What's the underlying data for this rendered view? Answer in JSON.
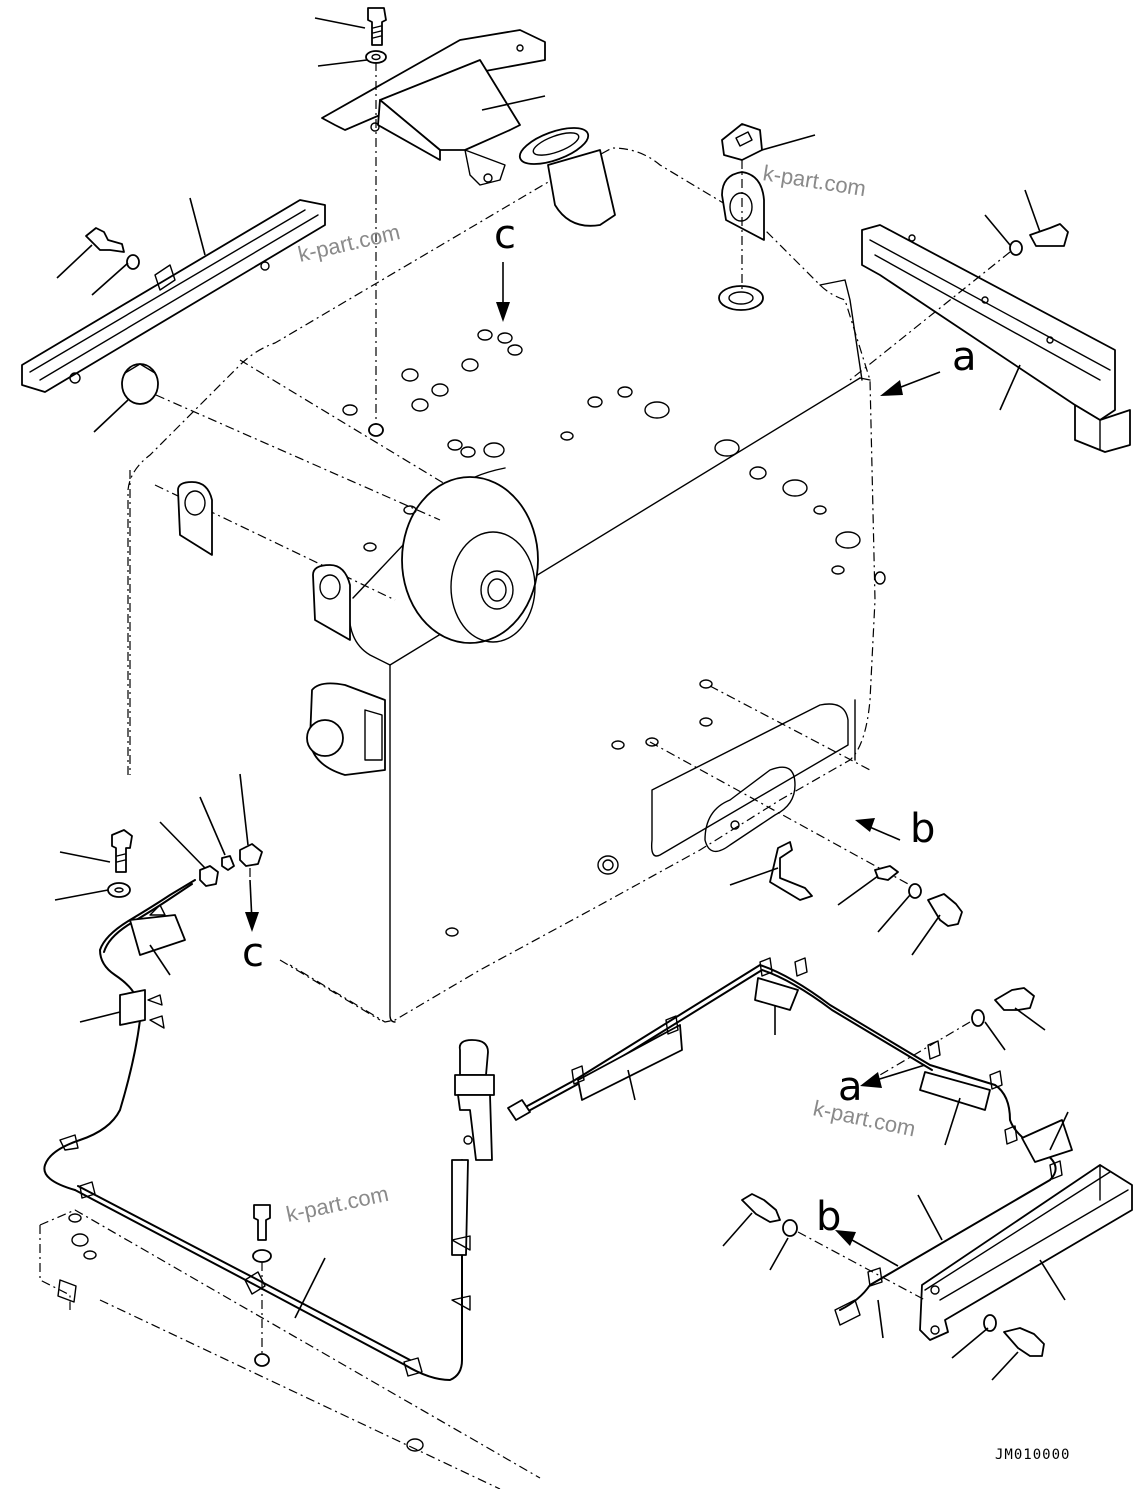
{
  "labels": {
    "a_top": "a",
    "a_bottom": "a",
    "b_right": "b",
    "b_bottom": "b",
    "c_top": "c",
    "c_left": "c"
  },
  "watermarks": {
    "wm_1": "k-part.com",
    "wm_2": "k-part.com",
    "wm_3": "k-part.com",
    "wm_4": "k-part.com"
  },
  "drawing_code": "JM010000"
}
